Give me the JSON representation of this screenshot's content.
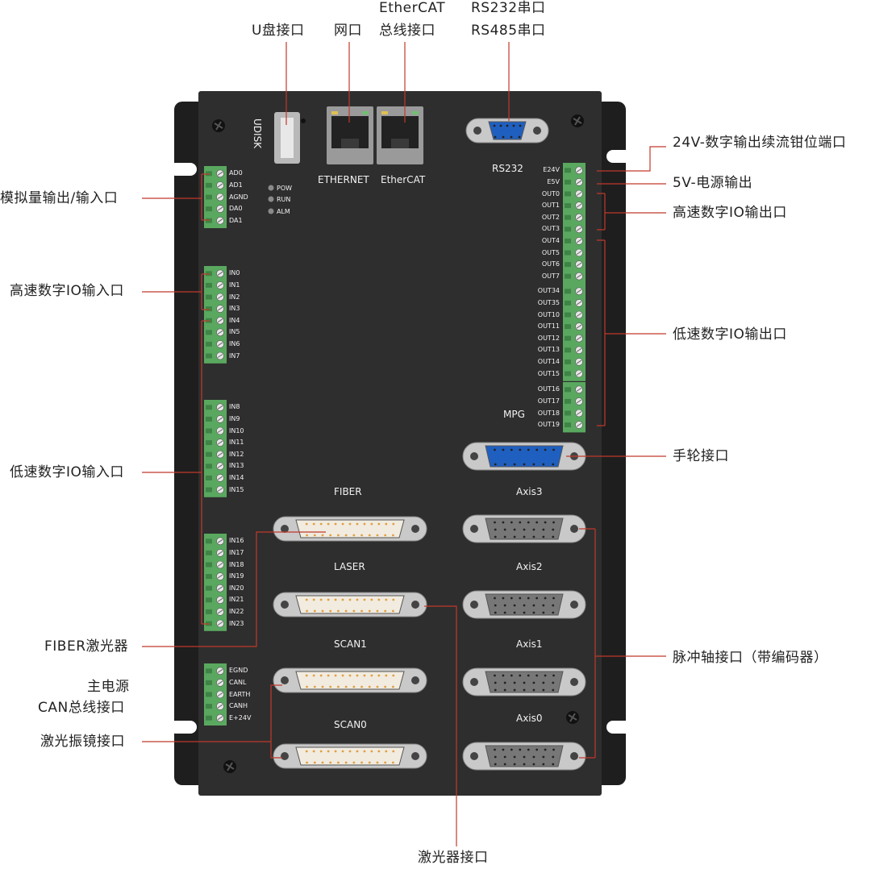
{
  "callouts": {
    "udisk_port": "U盘接口",
    "network_port": "网口",
    "ethercat_line1": "EtherCAT",
    "ethercat_line2": "总线接口",
    "rs232_line1": "RS232串口",
    "rs485_line2": "RS485串口",
    "analog_io": "模拟量输出/输入口",
    "hs_input": "高速数字IO输入口",
    "ls_input": "低速数字IO输入口",
    "fiber_laser": "FIBER激光器",
    "main_power": "主电源",
    "can_bus": "CAN总线接口",
    "galvo": "激光振镜接口",
    "laser_port": "激光器接口",
    "out_24v": "24V-数字输出续流钳位端口",
    "out_5v": "5V-电源输出",
    "hs_output": "高速数字IO输出口",
    "ls_output": "低速数字IO输出口",
    "handwheel": "手轮接口",
    "pulse_axis": "脉冲轴接口（带编码器）"
  },
  "panel": {
    "udisk": "UDISK",
    "ethernet": "ETHERNET",
    "ethercat": "EtherCAT",
    "rs232": "RS232",
    "mpg": "MPG",
    "fiber": "FIBER",
    "laser": "LASER",
    "scan1": "SCAN1",
    "scan0": "SCAN0",
    "axis3": "Axis3",
    "axis2": "Axis2",
    "axis1": "Axis1",
    "axis0": "Axis0",
    "leds": [
      "POW",
      "RUN",
      "ALM"
    ]
  },
  "terminals": {
    "analog": [
      "AD0",
      "AD1",
      "AGND",
      "DA0",
      "DA1"
    ],
    "in_a": [
      "IN0",
      "IN1",
      "IN2",
      "IN3",
      "IN4",
      "IN5",
      "IN6",
      "IN7"
    ],
    "in_b": [
      "IN8",
      "IN9",
      "IN10",
      "IN11",
      "IN12",
      "IN13",
      "IN14",
      "IN15"
    ],
    "in_c": [
      "IN16",
      "IN17",
      "IN18",
      "IN19",
      "IN20",
      "IN21",
      "IN22",
      "IN23"
    ],
    "power": [
      "EGND",
      "CANL",
      "EARTH",
      "CANH",
      "E+24V"
    ],
    "out_a": [
      "E24V",
      "E5V",
      "OUT0",
      "OUT1",
      "OUT2",
      "OUT3",
      "OUT4",
      "OUT5",
      "OUT6",
      "OUT7"
    ],
    "out_b": [
      "OUT34",
      "OUT35",
      "OUT10",
      "OUT11",
      "OUT12",
      "OUT13",
      "OUT14",
      "OUT15"
    ],
    "out_c": [
      "OUT16",
      "OUT17",
      "OUT18",
      "OUT19"
    ]
  },
  "colors": {
    "panel": "#2e2e2e",
    "flange": "#1e1e1e",
    "terminal": "#5aa860",
    "leader": "#c0392b",
    "mpg_connector": "#1f5fbf"
  }
}
